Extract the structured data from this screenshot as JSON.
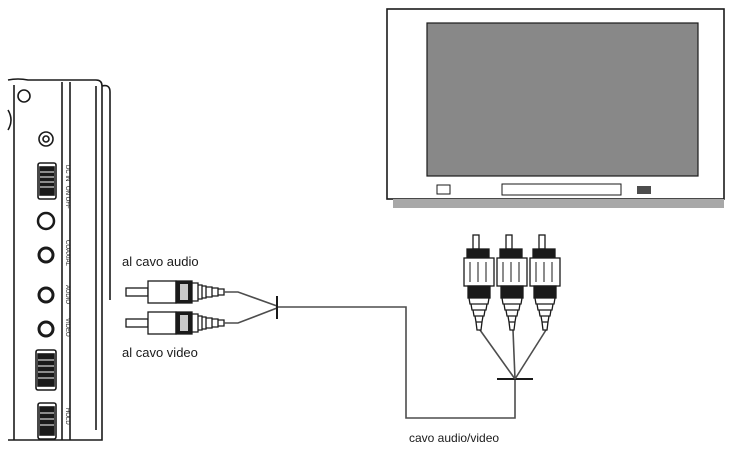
{
  "labels": {
    "audio_cable": "al cavo audio",
    "video_cable": "al cavo video",
    "av_cable": "cavo audio/video"
  },
  "colors": {
    "tv_screen": "#888888",
    "tv_base": "#a8a8a8",
    "line": "#4d4d4d",
    "outline": "#1a1a1a"
  },
  "player_panel": {
    "port_labels": [
      "DC IN",
      "ON OFF",
      "COAXIAL",
      "AUDIO",
      "VIDEO",
      "HOLD"
    ]
  }
}
